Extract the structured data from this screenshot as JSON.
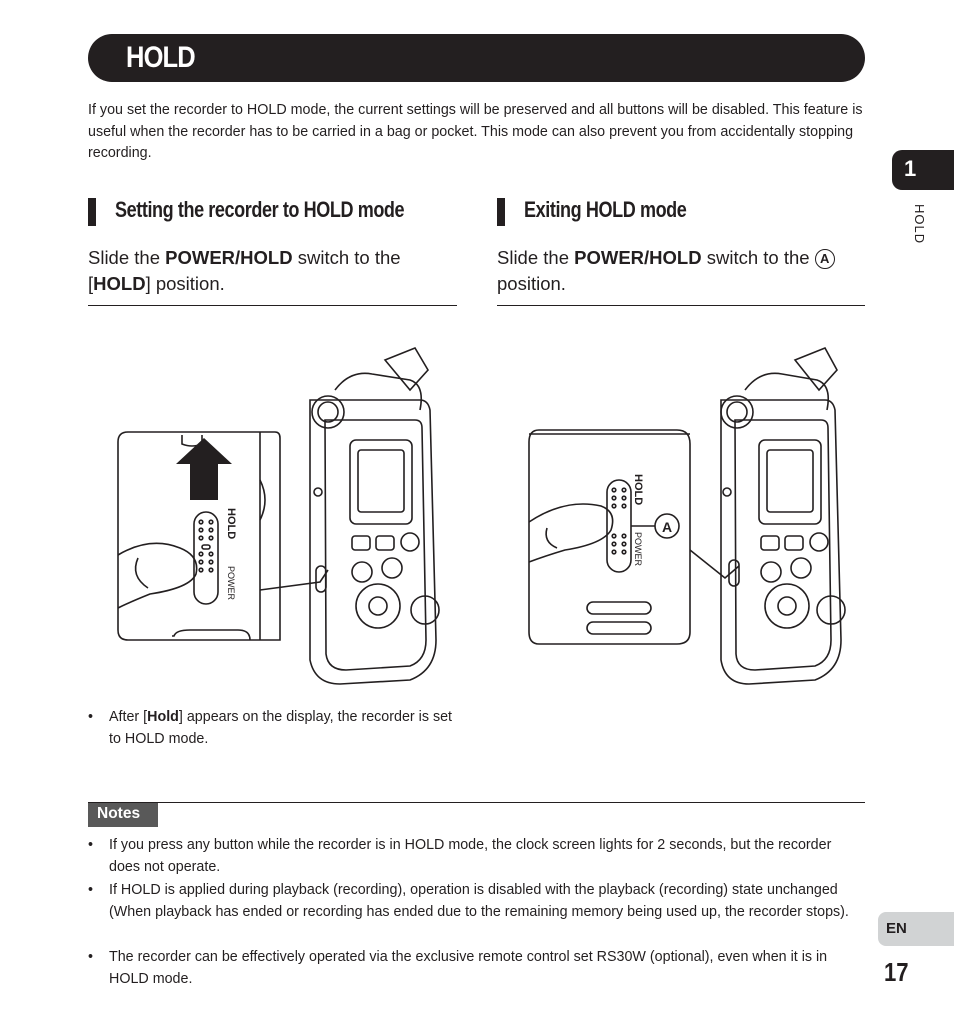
{
  "header": {
    "title": "HOLD"
  },
  "intro": "If you set the recorder to HOLD mode, the current settings will be preserved and all buttons will be disabled. This feature is useful when the recorder has to be carried in a bag or pocket. This mode can also prevent you from accidentally stopping recording.",
  "left": {
    "heading": "Setting the recorder to HOLD mode",
    "instr_pre": "Slide the ",
    "instr_bold1": "POWER",
    "instr_slash": "/",
    "instr_bold2": "HOLD",
    "instr_mid": " switch to the [",
    "instr_bold3": "HOLD",
    "instr_end": "] position.",
    "figure": {
      "switch_top": "HOLD",
      "switch_bottom": "POWER"
    },
    "note_pre": "After [",
    "note_bold": "Hold",
    "note_post": "] appears on the display, the recorder is set to HOLD mode."
  },
  "right": {
    "heading": "Exiting HOLD mode",
    "instr_pre": "Slide the ",
    "instr_bold1": "POWER",
    "instr_slash": "/",
    "instr_bold2": "HOLD",
    "instr_mid": " switch to the ",
    "marker": "A",
    "instr_end": " position.",
    "figure": {
      "switch_top": "HOLD",
      "switch_bottom": "POWER",
      "marker": "A"
    }
  },
  "notes": {
    "label": "Notes",
    "items": [
      "If you press any button while the recorder is in HOLD mode, the clock screen lights for 2 seconds, but the recorder does not operate.",
      "If HOLD is applied during playback (recording), operation is disabled with the playback (recording) state unchanged (When playback has ended or recording has ended due to the remaining memory being used up, the recorder stops).",
      "The recorder can be effectively operated via the exclusive remote control set RS30W (optional), even when it is in HOLD mode."
    ]
  },
  "side": {
    "chapter": "1",
    "label": "HOLD",
    "lang": "EN",
    "page": "17"
  },
  "bullet_char": "•"
}
